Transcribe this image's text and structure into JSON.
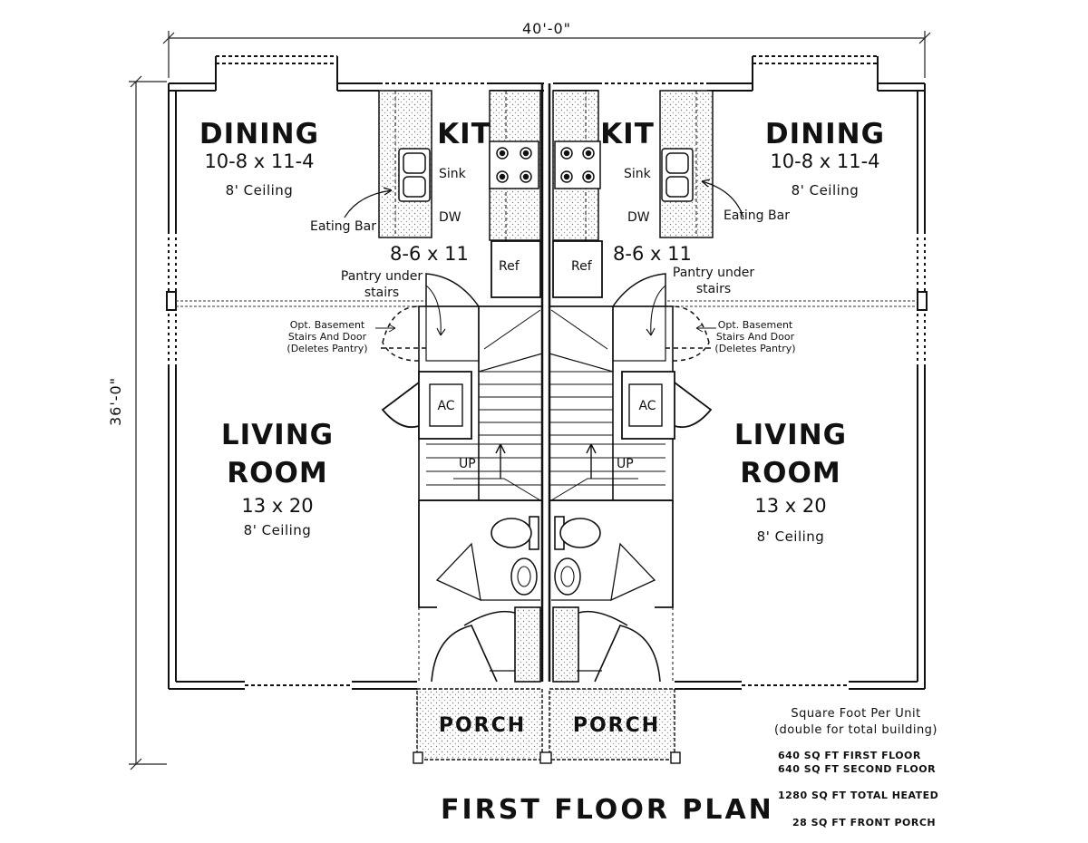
{
  "overall": {
    "width": "40'-0\"",
    "depth": "36'-0\""
  },
  "title": "FIRST FLOOR PLAN",
  "units": {
    "left": {
      "dining": {
        "name": "DINING",
        "size": "10-8 x 11-4",
        "ceiling": "8' Ceiling"
      },
      "kitchen": {
        "name": "KIT",
        "size": "8-6 x 11",
        "sink": "Sink",
        "dw": "DW",
        "ref": "Ref"
      },
      "eating_bar": "Eating Bar",
      "pantry": "Pantry under stairs",
      "basement_note": [
        "Opt. Basement",
        "Stairs And Door",
        "(Deletes Pantry)"
      ],
      "ac": "AC",
      "up": "UP",
      "living": {
        "name_line1": "LIVING",
        "name_line2": "ROOM",
        "size": "13 x 20",
        "ceiling": "8' Ceiling"
      },
      "porch": "PORCH"
    },
    "right": {
      "dining": {
        "name": "DINING",
        "size": "10-8 x 11-4",
        "ceiling": "8' Ceiling"
      },
      "kitchen": {
        "name": "KIT",
        "size": "8-6 x 11",
        "sink": "Sink",
        "dw": "DW",
        "ref": "Ref"
      },
      "eating_bar": "Eating Bar",
      "pantry": "Pantry under stairs",
      "basement_note": [
        "Opt. Basement",
        "Stairs And Door",
        "(Deletes Pantry)"
      ],
      "ac": "AC",
      "up": "UP",
      "living": {
        "name_line1": "LIVING",
        "name_line2": "ROOM",
        "size": "13 x 20",
        "ceiling": "8' Ceiling"
      },
      "porch": "PORCH"
    }
  },
  "sqft": {
    "heading": [
      "Square Foot Per Unit",
      "(double for total building)"
    ],
    "lines": [
      "640 SQ FT FIRST FLOOR",
      "640 SQ FT SECOND FLOOR",
      "1280 SQ FT TOTAL HEATED",
      "28 SQ FT FRONT PORCH"
    ]
  }
}
